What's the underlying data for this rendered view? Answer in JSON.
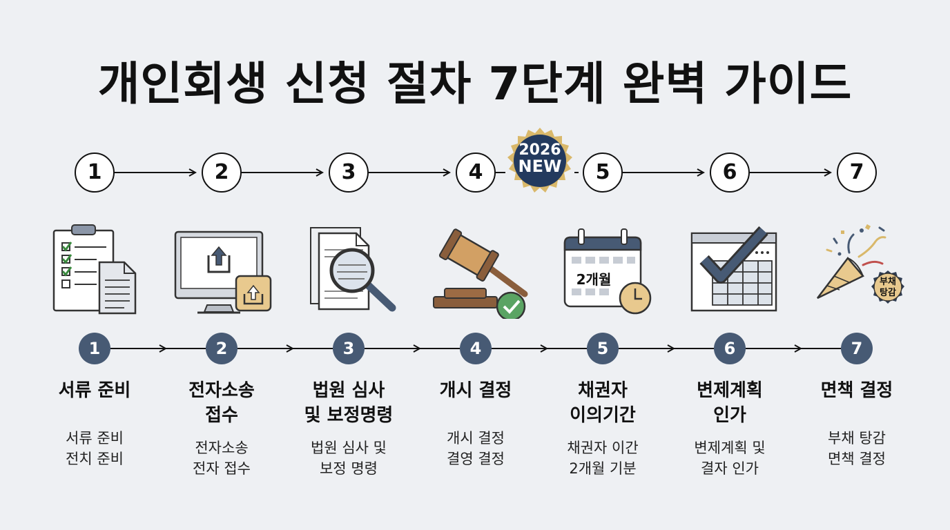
{
  "title": "개인회생 신청 절차 7단계 완벽 가이드",
  "badge": {
    "year": "2026",
    "label": "NEW"
  },
  "steps": [
    {
      "number": "1",
      "title": "서류 준비",
      "desc": [
        "서류 준비",
        "전치 준비"
      ]
    },
    {
      "number": "2",
      "title": [
        "전자소송",
        "접수"
      ],
      "desc": [
        "전자소송",
        "전자 접수"
      ]
    },
    {
      "number": "3",
      "title": [
        "법원 심사",
        "및 보정명령"
      ],
      "desc": [
        "법원 심사 및",
        "보정 명령"
      ]
    },
    {
      "number": "4",
      "title": "개시 결정",
      "desc": [
        "개시 결정",
        "결영 결정"
      ]
    },
    {
      "number": "5",
      "title": [
        "채권자",
        "이의기간"
      ],
      "desc": [
        "채권자 이간",
        "2개월 기분"
      ],
      "icon_text": "2개월"
    },
    {
      "number": "6",
      "title": [
        "변제계획",
        "인가"
      ],
      "desc": [
        "변제계획 및",
        "결자 인가"
      ]
    },
    {
      "number": "7",
      "title": "면책 결정",
      "desc": [
        "부채 탕감",
        "면책 결정"
      ],
      "icon_text": [
        "부채",
        "탕감"
      ]
    }
  ],
  "colors": {
    "navy": "#475a74",
    "gold": "#d9b86a",
    "badge_bg": "#233a5e",
    "check_green": "#5aa463"
  },
  "icons": [
    "checklist-documents-icon",
    "computer-upload-icon",
    "magnifier-documents-icon",
    "gavel-approved-icon",
    "calendar-clock-icon",
    "checkmark-table-icon",
    "party-popper-icon"
  ]
}
